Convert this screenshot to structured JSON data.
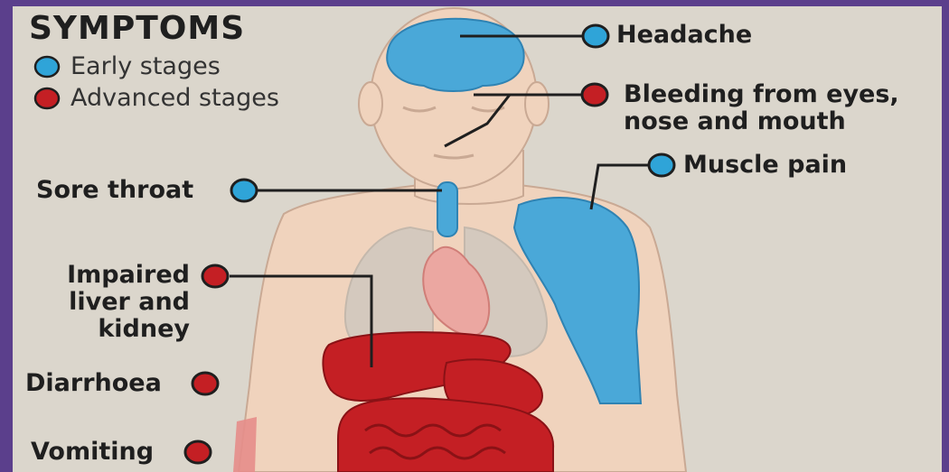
{
  "title": "SYMPTOMS",
  "legend": {
    "early": {
      "label": "Early stages",
      "color": "#2fa4d8"
    },
    "advanced": {
      "label": "Advanced stages",
      "color": "#c41f24"
    }
  },
  "labels": {
    "headache": "Headache",
    "bleeding_line1": "Bleeding from eyes,",
    "bleeding_line2": "nose and mouth",
    "muscle_pain": "Muscle pain",
    "sore_throat": "Sore throat",
    "liver_line1": "Impaired",
    "liver_line2": "liver and",
    "liver_line3": "kidney",
    "diarrhoea": "Diarrhoea",
    "vomiting": "Vomiting"
  },
  "colors": {
    "frame": "#5b3f8c",
    "background": "#dbd6cc",
    "skin": "#f0d3bd",
    "skin_outline": "#c9a994",
    "early_organ": "#4aa8d8",
    "advanced_organ": "#c41f24"
  }
}
